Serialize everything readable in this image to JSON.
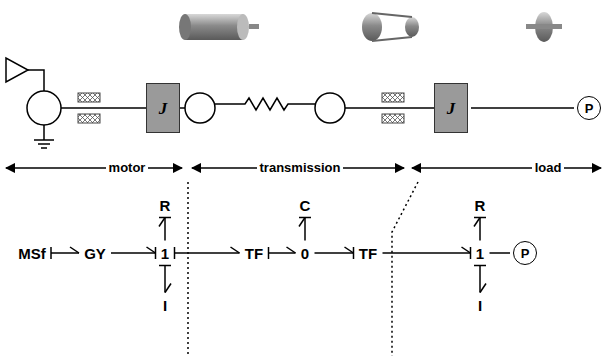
{
  "diagram": {
    "nodes": [
      {
        "text": [
          "J"
        ]
      },
      {
        "text": [
          "J"
        ]
      },
      {
        "text": [
          "P"
        ]
      },
      {
        "text": [
          "R"
        ]
      },
      {
        "text": [
          "C"
        ]
      },
      {
        "text": [
          "R"
        ]
      },
      {
        "text": [
          "MSf"
        ]
      },
      {
        "text": [
          "GY"
        ]
      },
      {
        "text": [
          "1"
        ]
      },
      {
        "text": [
          "TF"
        ]
      },
      {
        "text": [
          "0"
        ]
      },
      {
        "text": [
          "TF"
        ]
      },
      {
        "text": [
          "1"
        ]
      },
      {
        "text": [
          "P"
        ]
      },
      {
        "text": [
          "I"
        ]
      },
      {
        "text": [
          "I"
        ]
      }
    ],
    "edges": [
      {
        "from": 6,
        "to": 7,
        "arrow": "to"
      },
      {
        "from": 7,
        "to": 8,
        "arrow": "to"
      },
      {
        "from": 8,
        "to": 3,
        "arrow": "to"
      },
      {
        "from": 8,
        "to": 14,
        "arrow": "to"
      },
      {
        "from": 8,
        "to": 9,
        "arrow": "to"
      },
      {
        "from": 9,
        "to": 10,
        "arrow": "to"
      },
      {
        "from": 10,
        "to": 4,
        "arrow": "to"
      },
      {
        "from": 10,
        "to": 11,
        "arrow": "to"
      },
      {
        "from": 11,
        "to": 12,
        "arrow": "to"
      },
      {
        "from": 12,
        "to": 5,
        "arrow": "to"
      },
      {
        "from": 12,
        "to": 15,
        "arrow": "to"
      },
      {
        "from": 12,
        "to": 13,
        "arrow": "none"
      },
      {
        "from": 1,
        "to": 2,
        "arrow": "none"
      }
    ],
    "labels": [
      "motor",
      "transmission",
      "load"
    ]
  }
}
